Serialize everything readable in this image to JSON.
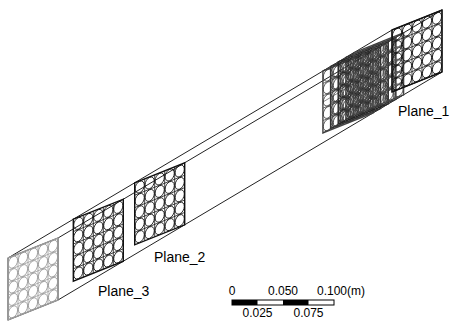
{
  "diagram": {
    "labels": [
      "Plane_1",
      "Plane_2",
      "Plane_3",
      "0",
      "0.050",
      "0.100(m)",
      "0.025",
      "0.075"
    ]
  }
}
